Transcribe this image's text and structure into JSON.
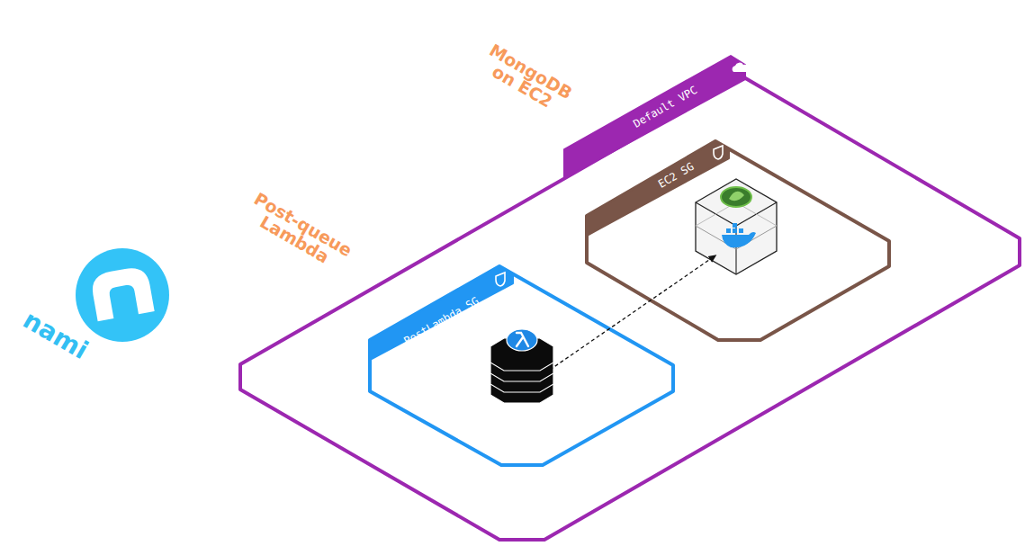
{
  "diagram": {
    "nodes": [
      {
        "text": [
          "Default VPC"
        ]
      },
      {
        "text": [
          "EC2 SG"
        ],
        "in": 0
      },
      {
        "text": [
          "PostLambda SG"
        ],
        "in": 0
      }
    ],
    "edges": [
      {
        "from": 2,
        "to": 1,
        "arrow": "to"
      }
    ],
    "labels": [
      "MongoDB on EC2",
      "Post-queue Lambda",
      "nami"
    ]
  }
}
